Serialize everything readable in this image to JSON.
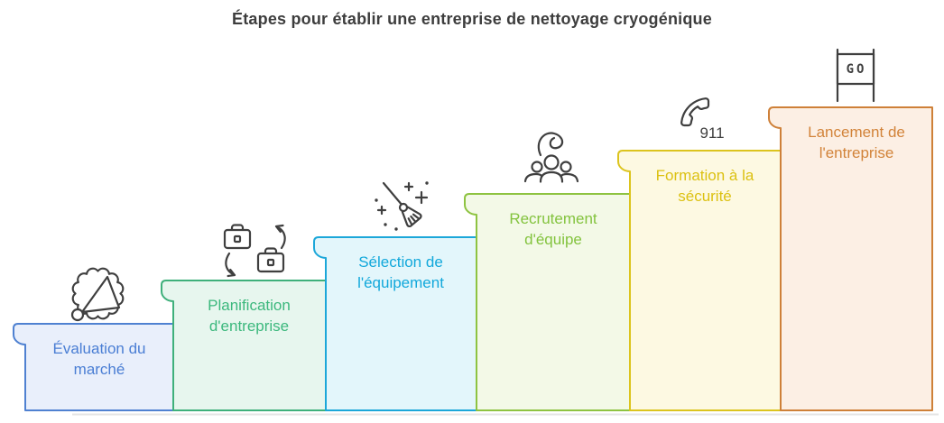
{
  "title": "Étapes pour établir une entreprise de nettoyage cryogénique",
  "steps": [
    {
      "label": "Évaluation du marché",
      "icon": "megaphone-burst-icon",
      "border": "#4f81d1",
      "fill": "#e9effb",
      "text_color": "#4a7ed4"
    },
    {
      "label": "Planification d'entreprise",
      "icon": "briefcase-swap-icon",
      "border": "#3fb07b",
      "fill": "#e7f6ee",
      "text_color": "#3cb87d"
    },
    {
      "label": "Sélection de l'équipement",
      "icon": "cleaning-broom-icon",
      "border": "#1ca7d9",
      "fill": "#e3f6fb",
      "text_color": "#12a8db"
    },
    {
      "label": "Recrutement d'équipe",
      "icon": "team-recruitment-icon",
      "border": "#8ec341",
      "fill": "#f3f9e7",
      "text_color": "#83c33e"
    },
    {
      "label": "Formation à la sécurité",
      "icon": "emergency-phone-icon",
      "border": "#dcc41e",
      "fill": "#fdf9e2",
      "text_color": "#dcc112"
    },
    {
      "label": "Lancement de l'entreprise",
      "icon": "go-banner-icon",
      "border": "#ce8038",
      "fill": "#fcefe4",
      "text_color": "#d28339"
    }
  ],
  "icon_texts": {
    "emergency_number": "911",
    "go_flag": "GO"
  },
  "icon_color": "#3f3f3f",
  "ground_line_color": "#e5e5e5"
}
